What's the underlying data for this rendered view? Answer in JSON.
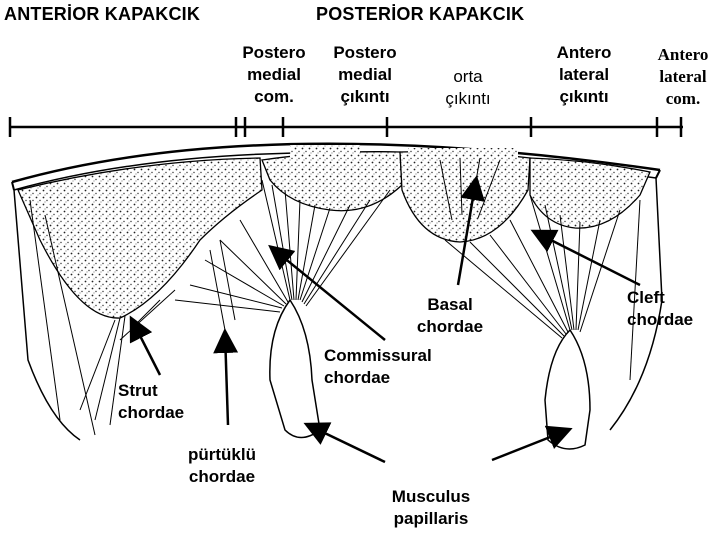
{
  "headers": {
    "anterior": "ANTERİOR KAPAKCIK",
    "posterior": "POSTERİOR KAPAKCIK"
  },
  "segments": [
    {
      "id": "postero-medial-com",
      "text": "Postero\nmedial\ncom."
    },
    {
      "id": "postero-medial-cikinti",
      "text": "Postero\nmedial\nçıkıntı"
    },
    {
      "id": "orta-cikinti",
      "text": "orta\nçıkıntı"
    },
    {
      "id": "antero-lateral-cikinti",
      "text": "Antero\nlateral\nçıkıntı"
    },
    {
      "id": "antero-lateral-com",
      "text": "Antero\nlateral\ncom."
    }
  ],
  "labels": {
    "basal": "Basal\nchordae",
    "cleft": "Cleft\nchordae",
    "commissural": "Commissural\nchordae",
    "strut": "Strut\nchordae",
    "purtuklu": "pürtüklü\nchordae",
    "musculus": "Musculus\npapillaris"
  }
}
